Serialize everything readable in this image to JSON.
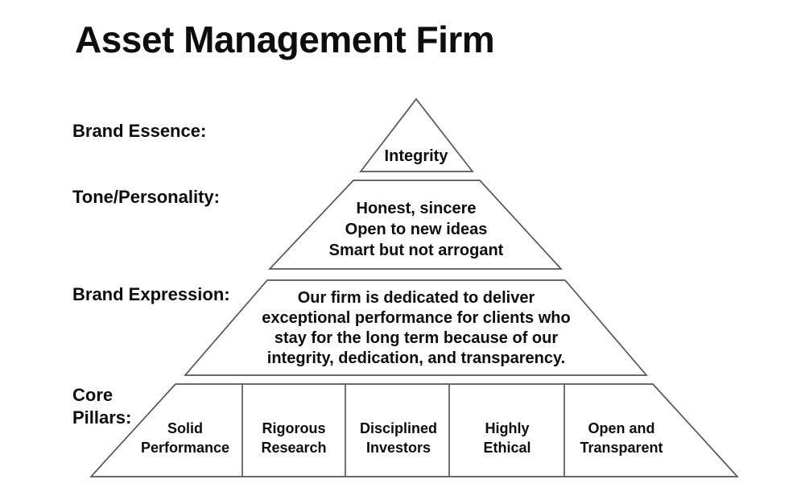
{
  "page": {
    "title": "Asset Management Firm"
  },
  "colors": {
    "background": "#ffffff",
    "line": "#565656",
    "text": "#0d0d0d"
  },
  "pyramid": {
    "levels": [
      {
        "row_label": "Brand Essence:",
        "lines": [
          "Integrity"
        ]
      },
      {
        "row_label": "Tone/Personality:",
        "lines": [
          "Honest, sincere",
          "Open to new ideas",
          "Smart but not arrogant"
        ]
      },
      {
        "row_label": "Brand Expression:",
        "lines": [
          "Our firm is dedicated to deliver",
          "exceptional performance for clients who",
          "stay for the long term because of our",
          "integrity, dedication, and transparency."
        ]
      },
      {
        "row_label_lines": [
          "Core",
          "Pillars:"
        ],
        "pillars": [
          {
            "lines": [
              "Solid",
              "Performance"
            ]
          },
          {
            "lines": [
              "Rigorous",
              "Research"
            ]
          },
          {
            "lines": [
              "Disciplined",
              "Investors"
            ]
          },
          {
            "lines": [
              "Highly",
              "Ethical"
            ]
          },
          {
            "lines": [
              "Open and",
              "Transparent"
            ]
          }
        ]
      }
    ]
  }
}
